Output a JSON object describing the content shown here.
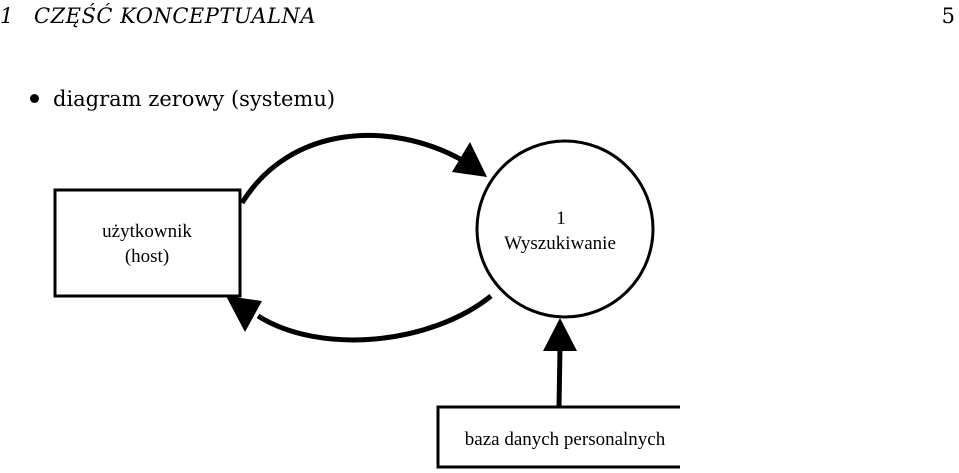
{
  "header": {
    "section_number": "1",
    "section_title": "CZĘŚĆ KONCEPTUALNA",
    "page_number": "5"
  },
  "bullet": {
    "text": "diagram zerowy (systemu)"
  },
  "diagram": {
    "user_box": {
      "line1": "użytkownik",
      "line2": "(host)"
    },
    "process": {
      "number": "1",
      "name": "Wyszukiwanie"
    },
    "datastore": {
      "label": "baza danych personalnych"
    }
  }
}
